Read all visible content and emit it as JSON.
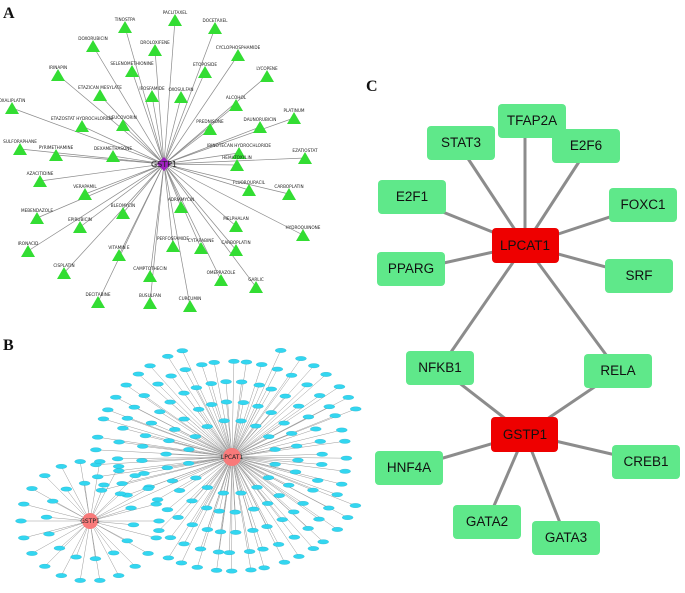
{
  "panels": {
    "a": "A",
    "b": "B",
    "c": "C"
  },
  "panel_a": {
    "hub": "GSTP1",
    "drugs": [
      "TINOSTPA",
      "PACLITAXEL",
      "DOCETAXEL",
      "DOXORUBICIN",
      "DROLOXIFENE",
      "CYCLOPHOSPHAMIDE",
      "SELENOMETHIONINE",
      "IRINAPIN",
      "ETOPOSIDE",
      "LYCOPENE",
      "ETAZICAN MESYLATE",
      "IFOSFAMIDE",
      "OXOSULFAN",
      "ALCOHOL",
      "OXALIPLATIN",
      "ETAZOSTAT HYDROCHLORIDE",
      "LEUCOVORIN",
      "DAUNORUBICIN",
      "PLATINUM",
      "PREDNISONE",
      "SULFORAPHANE",
      "PYRIMETHAMINE",
      "DEXAMETHASONE",
      "IRINOTECAN HYDROCHLORIDE",
      "EZATIOSTAT",
      "AZACITIDINE",
      "HEMATOXYLIN",
      "VERAPAMIL",
      "FLUOROURACIL",
      "CARBOPLATIN",
      "MEBENDAZOLE",
      "BLEOMYCIN",
      "ADRIAMYCIN",
      "EPIRUBICIN",
      "MELPHALAN",
      "HYDROQUINONE",
      "IRONACID",
      "PERFOSFAMIDE",
      "CYTARABINE",
      "VITAMIN E",
      "CARBOPLATIN",
      "CISPLATIN",
      "CAMPTOTHECIN",
      "OMEPRAZOLE",
      "GARLIC",
      "DECITABINE",
      "BUSULFAN",
      "CURCUMIN"
    ]
  },
  "panel_b": {
    "hubs": [
      "LPCAT1",
      "GSTP1"
    ]
  },
  "panel_c": {
    "hubs": [
      "LPCAT1",
      "GSTP1"
    ],
    "tfs": [
      "STAT3",
      "TFAP2A",
      "E2F6",
      "E2F1",
      "FOXC1",
      "PPARG",
      "SRF",
      "NFKB1",
      "RELA",
      "HNF4A",
      "CREB1",
      "GATA2",
      "GATA3"
    ]
  },
  "colors": {
    "hub_c": "#ee0000",
    "tf": "#5fe88a",
    "drug": "#33dd33",
    "hub_a": "#a020c0",
    "mirna": "#33d6f0",
    "hub_b": "#f87a7a"
  }
}
